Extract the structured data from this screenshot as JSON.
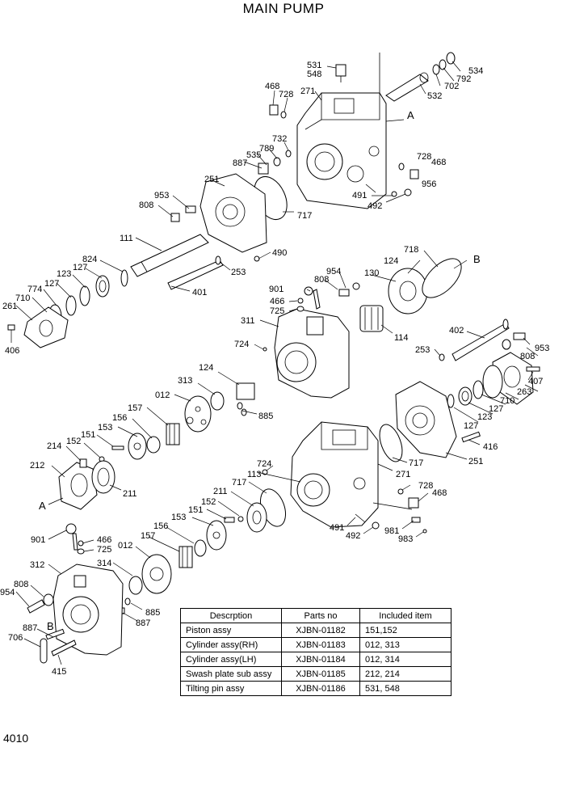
{
  "title": "MAIN PUMP",
  "page_number": "4010",
  "table": {
    "headers": [
      "Descrption",
      "Parts no",
      "Included item"
    ],
    "rows": [
      [
        "Piston  assy",
        "XJBN-01182",
        "151,152"
      ],
      [
        "Cylinder  assy(RH)",
        "XJBN-01183",
        "012, 313"
      ],
      [
        "Cylinder  assy(LH)",
        "XJBN-01184",
        "012, 314"
      ],
      [
        "Swash plate sub assy",
        "XJBN-01185",
        "212, 214"
      ],
      [
        "Tilting pin assy",
        "XJBN-01186",
        "531, 548"
      ]
    ]
  },
  "labels": {
    "l531": "531",
    "l548": "548",
    "l534": "534",
    "l792": "792",
    "l702": "702",
    "l532": "532",
    "l468a": "468",
    "l728a": "728",
    "l271a": "271",
    "lA1": "A",
    "l732": "732",
    "l789": "789",
    "l535": "535",
    "l887a": "887",
    "l728b": "728",
    "l468b": "468",
    "l956": "956",
    "l251a": "251",
    "l953a": "953",
    "l808a": "808",
    "l717a": "717",
    "l491a": "491",
    "l492a": "492",
    "l111": "111",
    "l490": "490",
    "l824": "824",
    "l127a": "127",
    "l123a": "123",
    "l127b": "127",
    "l774": "774",
    "l710a": "710",
    "l261": "261",
    "l406": "406",
    "l253a": "253",
    "l401": "401",
    "l718": "718",
    "lB1": "B",
    "l954a": "954",
    "l808b": "808",
    "l130": "130",
    "l124a": "124",
    "l901a": "901",
    "l466a": "466",
    "l725a": "725",
    "l311": "311",
    "l114": "114",
    "l724a": "724",
    "l402": "402",
    "l953b": "953",
    "l253b": "253",
    "l808c": "808",
    "l407": "407",
    "l263": "263",
    "l710b": "710",
    "l123b": "123",
    "l127c": "127",
    "l124b": "124",
    "l313": "313",
    "l012a": "012",
    "l885a": "885",
    "l157a": "157",
    "l156a": "156",
    "l153a": "153",
    "l151a": "151",
    "l152a": "152",
    "l214": "214",
    "l212": "212",
    "lA2": "A",
    "l211a": "211",
    "l416": "416",
    "l251b": "251",
    "l717b": "717",
    "l271b": "271",
    "l724b": "724",
    "l113": "113",
    "l717c": "717",
    "l211b": "211",
    "l152b": "152",
    "l151b": "151",
    "l153b": "153",
    "l728c": "728",
    "l468c": "468",
    "l491b": "491",
    "l492b": "492",
    "l981": "981",
    "l983": "983",
    "l157b": "157",
    "l156b": "156",
    "l012b": "012",
    "l314": "314",
    "l312": "312",
    "l901b": "901",
    "l466b": "466",
    "l725b": "725",
    "l808d": "808",
    "l954b": "954",
    "l885b": "885",
    "l887b": "887",
    "l887c": "887",
    "lB2": "B",
    "l706": "706",
    "l415": "415"
  }
}
